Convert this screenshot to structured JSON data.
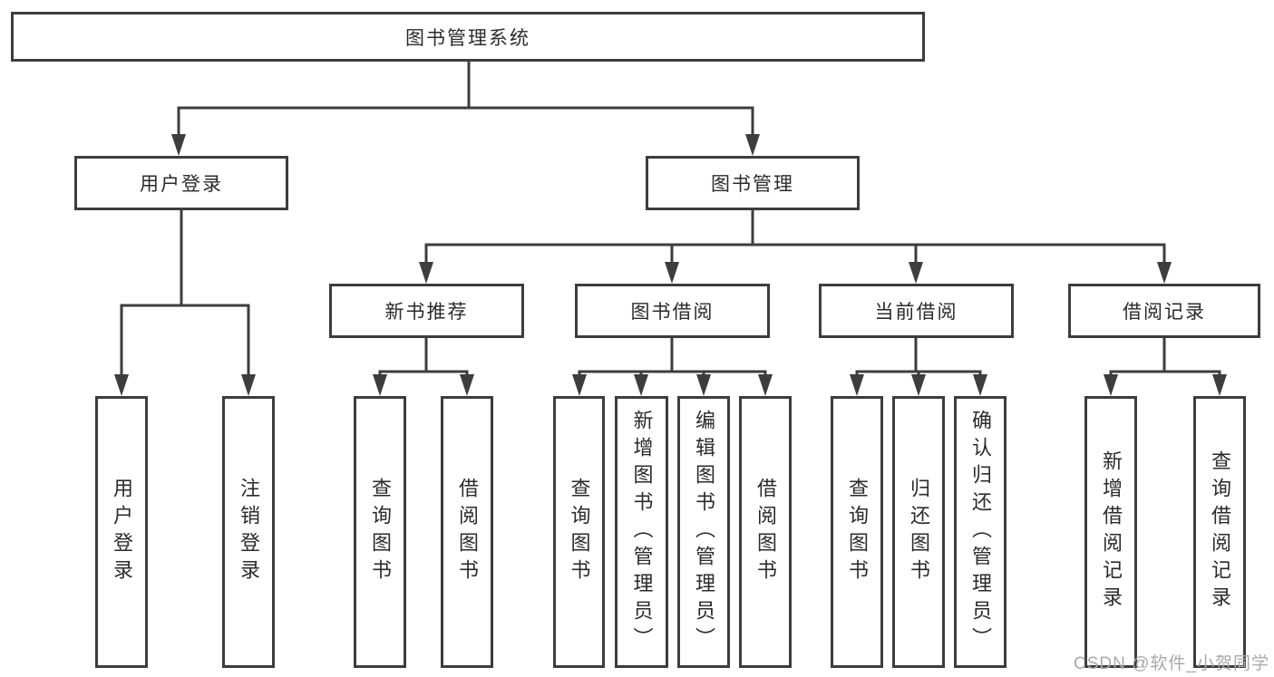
{
  "diagram": {
    "type": "hierarchy-tree",
    "root": {
      "label": "图书管理系统",
      "children": [
        {
          "label": "用户登录",
          "children": [
            {
              "label": "用户登录"
            },
            {
              "label": "注销登录"
            }
          ]
        },
        {
          "label": "图书管理",
          "children": [
            {
              "label": "新书推荐",
              "children": [
                {
                  "label": "查询图书"
                },
                {
                  "label": "借阅图书"
                }
              ]
            },
            {
              "label": "图书借阅",
              "children": [
                {
                  "label": "查询图书"
                },
                {
                  "label": "新增图书（管理员）"
                },
                {
                  "label": "编辑图书（管理员）"
                },
                {
                  "label": "借阅图书"
                }
              ]
            },
            {
              "label": "当前借阅",
              "children": [
                {
                  "label": "查询图书"
                },
                {
                  "label": "归还图书"
                },
                {
                  "label": "确认归还（管理员）"
                }
              ]
            },
            {
              "label": "借阅记录",
              "children": [
                {
                  "label": "新增借阅记录"
                },
                {
                  "label": "查询借阅记录"
                }
              ]
            }
          ]
        }
      ]
    }
  },
  "colors": {
    "line": "#3d3d3d",
    "text": "#2b2b2b",
    "background": "#ffffff",
    "watermark": "#a9a9a9"
  },
  "watermark": {
    "text": "CSDN @软件_小贺同学"
  }
}
